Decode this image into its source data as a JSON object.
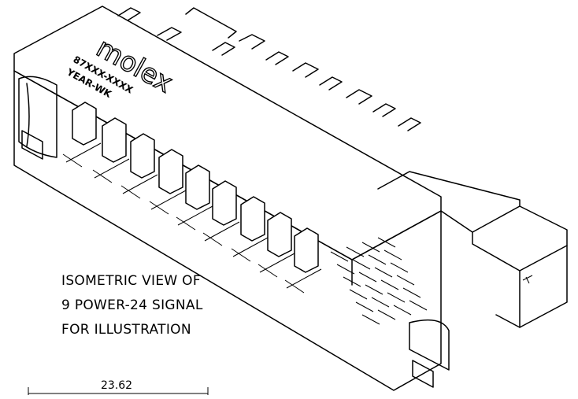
{
  "drawing": {
    "brand_logo": "molex",
    "part_number_marking": "87XXX-XXXX",
    "date_code_marking": "YEAR-WK"
  },
  "notes": {
    "line1": "ISOMETRIC VIEW OF",
    "line2": "9 POWER-24 SIGNAL",
    "line3": "FOR ILLUSTRATION"
  },
  "dimension": {
    "value": "23.62"
  },
  "colors": {
    "stroke": "#000000",
    "background": "#ffffff"
  }
}
